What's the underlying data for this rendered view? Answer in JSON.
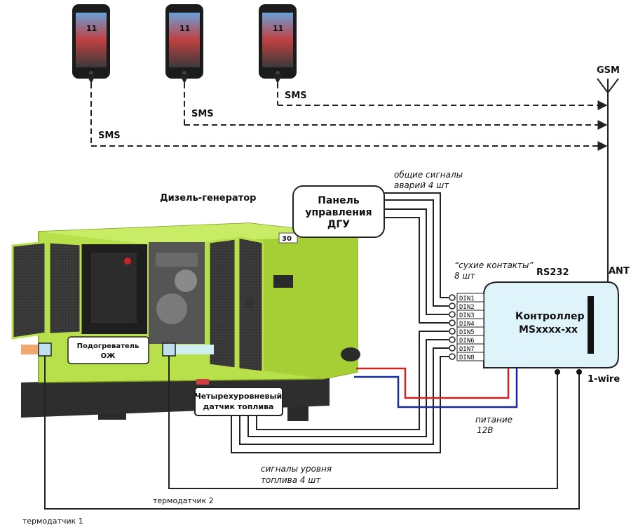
{
  "phones": [
    {
      "time": "11",
      "sms_label": "SMS"
    },
    {
      "time": "11",
      "sms_label": "SMS"
    },
    {
      "time": "11",
      "sms_label": "SMS"
    }
  ],
  "gsm_label": "GSM",
  "ant_label": "ANT",
  "generator_label": "Дизель-генератор",
  "generator_badge": "30",
  "panel": {
    "line1": "Панель",
    "line2": "управления",
    "line3": "ДГУ"
  },
  "alarm_signals": {
    "line1": "общие сигналы",
    "line2": "аварий 4 шт"
  },
  "dry_contacts": {
    "line1": "“сухие контакты”",
    "line2": "8 шт"
  },
  "rs232_label": "RS232",
  "controller": {
    "line1": "Контроллер",
    "line2": "MSxxxx-xx"
  },
  "din_inputs": [
    "DIN1",
    "DIN2",
    "DIN3",
    "DIN4",
    "DIN5",
    "DIN6",
    "DIN7",
    "DIN8"
  ],
  "heater": {
    "line1": "Подогреватель",
    "line2": "ОЖ"
  },
  "fuel_sensor": {
    "line1": "Четырехуровневый",
    "line2": "датчик топлива"
  },
  "power": {
    "line1": "питание",
    "line2": "12В"
  },
  "onewire_label": "1-wire",
  "fuel_signals": {
    "line1": "сигналы уровня",
    "line2": "топлива 4 шт"
  },
  "thermo1": "термодатчик 1",
  "thermo2": "термодатчик 2",
  "colors": {
    "generator_green": "#b8e04a",
    "controller_fill": "#dff3fb",
    "power_red": "#cc2222",
    "power_blue": "#1a2a9a",
    "heater_pipe": "#f0a870",
    "title_blue": "#2a2a7a"
  }
}
